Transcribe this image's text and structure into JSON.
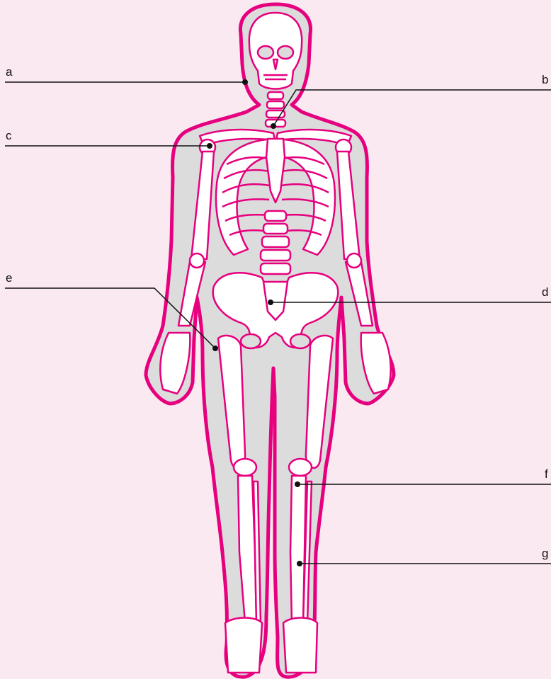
{
  "labels": {
    "a": "a",
    "b": "b",
    "c": "c",
    "d": "d",
    "e": "e",
    "f": "f",
    "g": "g"
  },
  "colors": {
    "background": "#fbe9f2",
    "outline": "#e6007e",
    "bone": "#ffffff",
    "body_fill": "#dcdcdc",
    "leader": "#111111"
  }
}
